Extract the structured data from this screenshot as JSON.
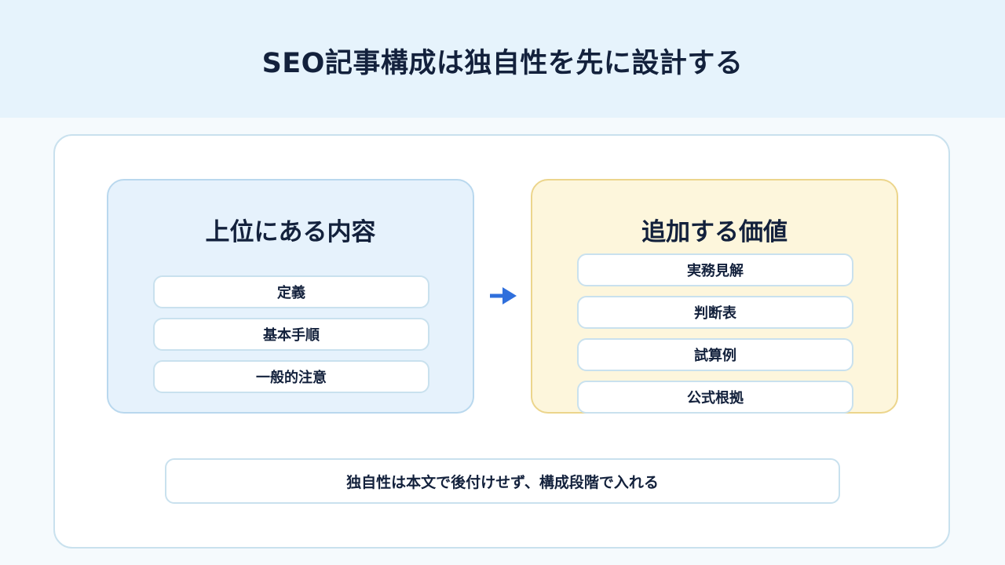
{
  "header": {
    "title": "SEO記事構成は独自性を先に設計する"
  },
  "left_panel": {
    "title": "上位にある内容",
    "items": [
      "定義",
      "基本手順",
      "一般的注意"
    ]
  },
  "right_panel": {
    "title": "追加する価値",
    "items": [
      "実務見解",
      "判断表",
      "試算例",
      "公式根拠"
    ]
  },
  "arrow": {
    "icon": "arrow-right-icon",
    "color": "#2f6fdc"
  },
  "note": {
    "text": "独自性は本文で後付けせず、構成段階で入れる"
  },
  "colors": {
    "header_bg": "#e6f3fc",
    "left_panel_bg": "#e6f2fc",
    "left_panel_border": "#b9d8ee",
    "right_panel_bg": "#fdf6dc",
    "right_panel_border": "#ecd58c",
    "text": "#13213c"
  }
}
